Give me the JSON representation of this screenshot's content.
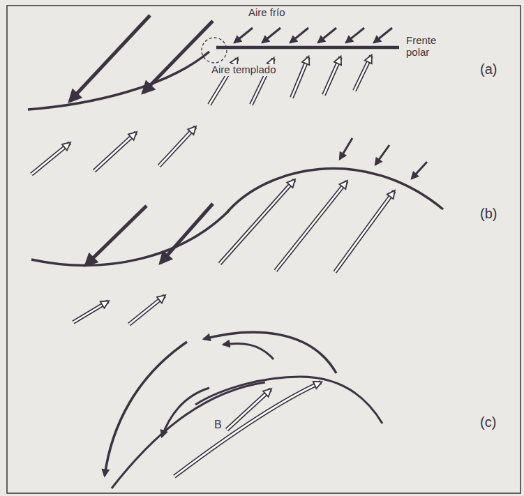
{
  "diagram": {
    "labels": [
      "Aire frío",
      "Frente polar",
      "Aire templado",
      "(a)",
      "(b)",
      "(c)",
      "B"
    ]
  }
}
